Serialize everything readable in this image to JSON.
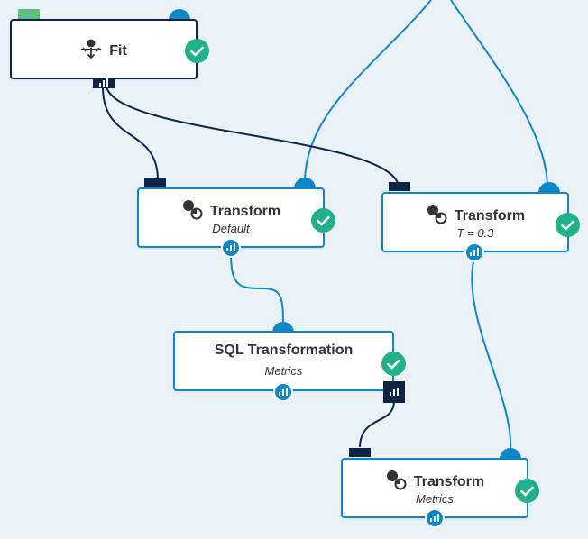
{
  "colors": {
    "background": "#eaf2f7",
    "edge_blue": "#0d87c8",
    "edge_dark": "#0f2548",
    "status_green": "#21b18a",
    "port_green": "#5bbf7d"
  },
  "nodes": {
    "fit": {
      "title": "Fit",
      "icon": "fit-icon",
      "status": "check-icon",
      "selected": true
    },
    "transform_default": {
      "title": "Transform",
      "subtitle": "Default",
      "icon": "transform-icon",
      "status": "check-icon"
    },
    "transform_t": {
      "title": "Transform",
      "subtitle": "T = 0.3",
      "icon": "transform-icon",
      "status": "check-icon"
    },
    "sql": {
      "title": "SQL Transformation",
      "subtitle": "Metrics",
      "status": "check-icon"
    },
    "transform_metrics": {
      "title": "Transform",
      "subtitle": "Metrics",
      "icon": "transform-icon",
      "status": "check-icon"
    }
  },
  "edges": [
    {
      "from": "external-top",
      "to": "transform_default.input",
      "kind": "data"
    },
    {
      "from": "external-top",
      "to": "transform_t.input",
      "kind": "data"
    },
    {
      "from": "fit.model",
      "to": "transform_default.model",
      "kind": "model"
    },
    {
      "from": "fit.model",
      "to": "transform_t.model",
      "kind": "model"
    },
    {
      "from": "transform_default.output",
      "to": "sql.input",
      "kind": "data"
    },
    {
      "from": "sql.model",
      "to": "transform_metrics.model",
      "kind": "model"
    },
    {
      "from": "transform_t.output",
      "to": "transform_metrics.input",
      "kind": "data"
    }
  ]
}
